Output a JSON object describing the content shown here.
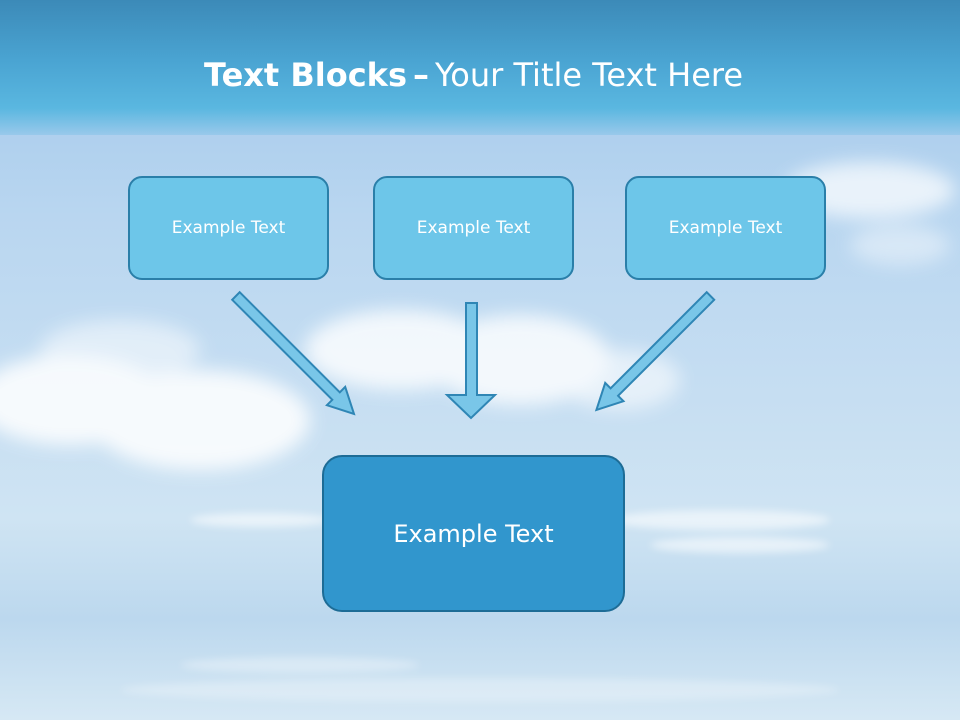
{
  "slide": {
    "title_bold": "Text Blocks",
    "title_dash": "–",
    "title_rest": "Your Title Text Here"
  },
  "blocks": [
    {
      "label": "Example Text"
    },
    {
      "label": "Example Text"
    },
    {
      "label": "Example Text"
    }
  ],
  "target_block": {
    "label": "Example Text"
  },
  "colors": {
    "title_band": "#4aa4d2",
    "small_box_fill": "#6dc6e9",
    "small_box_border": "#2a7fa9",
    "big_box_fill": "#3196cd",
    "big_box_border": "#1d6c96",
    "arrow_fill": "#79c6e8",
    "arrow_stroke": "#2f86b5"
  }
}
